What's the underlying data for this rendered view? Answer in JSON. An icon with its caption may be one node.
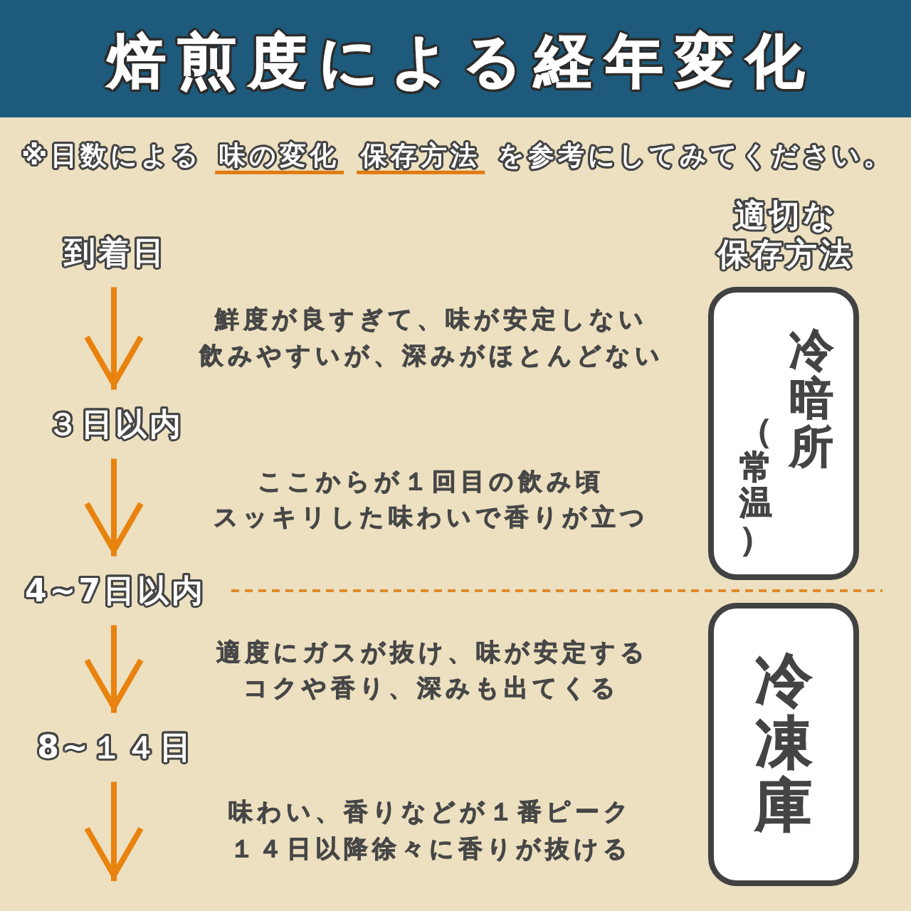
{
  "diagram": {
    "title": "焙煎度による経年変化",
    "nodes": [
      {
        "text": [
          "到着日"
        ]
      },
      {
        "text": [
          "３日以内"
        ]
      },
      {
        "text": [
          "4~7日以内"
        ]
      },
      {
        "text": [
          "8~１４日"
        ]
      },
      {
        "text": [
          "冷暗所",
          "（常温）"
        ]
      },
      {
        "text": [
          "冷凍庫"
        ]
      }
    ],
    "edges": [
      {
        "from": 0,
        "to": 1,
        "arrow": "to"
      },
      {
        "from": 1,
        "to": 2,
        "arrow": "to"
      },
      {
        "from": 2,
        "to": 3,
        "arrow": "to"
      },
      {
        "from": 3,
        "to": null,
        "arrow": "to"
      }
    ],
    "labels": [
      "※日数による 味の変化 保存方法 を参考にしてみてください。",
      "適切な",
      "保存方法",
      "鮮度が良すぎて、味が安定しない",
      "飲みやすいが、深みがほとんどない",
      "ここからが１回目の飲み頃",
      "スッキリした味わいで香りが立つ",
      "適度にガスが抜け、味が安定する",
      "コクや香り、深みも出てくる",
      "味わい、香りなどが１番ピーク",
      "１４日以降徐々に香りが抜ける"
    ]
  }
}
